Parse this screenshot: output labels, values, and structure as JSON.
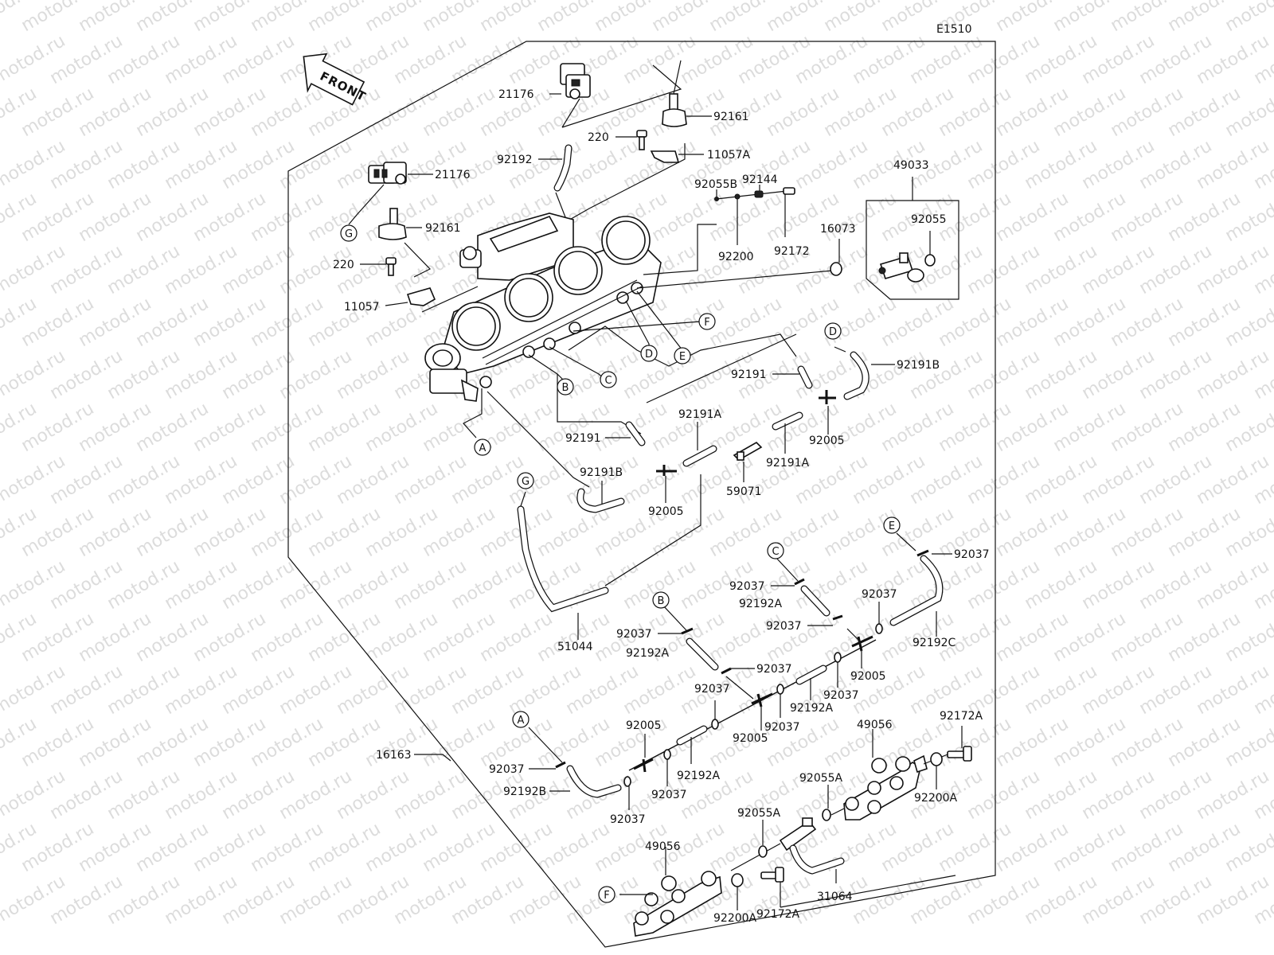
{
  "diagram_code": "E1510",
  "front_label": "FRONT",
  "watermark": "motod.ru",
  "callouts": {
    "c21176_top": "21176",
    "c92161_top": "92161",
    "c220_top": "220",
    "c11057a": "11057A",
    "c92192_top": "92192",
    "c21176_left": "21176",
    "c92161_left": "92161",
    "c220_left": "220",
    "c11057": "11057",
    "c92055b": "92055B",
    "c92144": "92144",
    "c92200": "92200",
    "c92172": "92172",
    "c49033": "49033",
    "c92055": "92055",
    "c16073": "16073",
    "c92191b_right": "92191B",
    "c92191_right": "92191",
    "c92191a_top": "92191A",
    "c92191_mid": "92191",
    "c92005_right": "92005",
    "c92191a_mid": "92191A",
    "c92191b_left": "92191B",
    "c59071": "59071",
    "c92005_mid": "92005",
    "c92037_e": "92037",
    "c92037_c": "92037",
    "c92192a_c": "92192A",
    "c92037_c2": "92037",
    "c92037_r": "92037",
    "c92192c": "92192C",
    "c51044": "51044",
    "c92037_b": "92037",
    "c92192a_b": "92192A",
    "c92037_mid": "92037",
    "c92005_r2": "92005",
    "c92037_r2": "92037",
    "c92037_m2": "92037",
    "c92192a_m": "92192A",
    "c92037_m3": "92037",
    "c92005_m2": "92005",
    "c92005_l": "92005",
    "c16163": "16163",
    "c92037_a": "92037",
    "c92192a_l": "92192A",
    "c92037_l2": "92037",
    "c92192b_a": "92192B",
    "c92037_l3": "92037",
    "c49056_top": "49056",
    "c92172a_top": "92172A",
    "c92055a_top": "92055A",
    "c92200a_top": "92200A",
    "c92055a_mid": "92055A",
    "c49056_bot": "49056",
    "c31064": "31064",
    "c92200a_bot": "92200A",
    "c92172a_bot": "92172A"
  },
  "bubbles": {
    "g_top": "G",
    "a_top": "A",
    "b_top": "B",
    "c_top": "C",
    "d_top": "D",
    "e_top": "E",
    "f_top": "F",
    "d_hose": "D",
    "g_hose": "G",
    "c_low": "C",
    "e_low": "E",
    "b_low": "B",
    "a_low": "A",
    "f_low": "F"
  }
}
